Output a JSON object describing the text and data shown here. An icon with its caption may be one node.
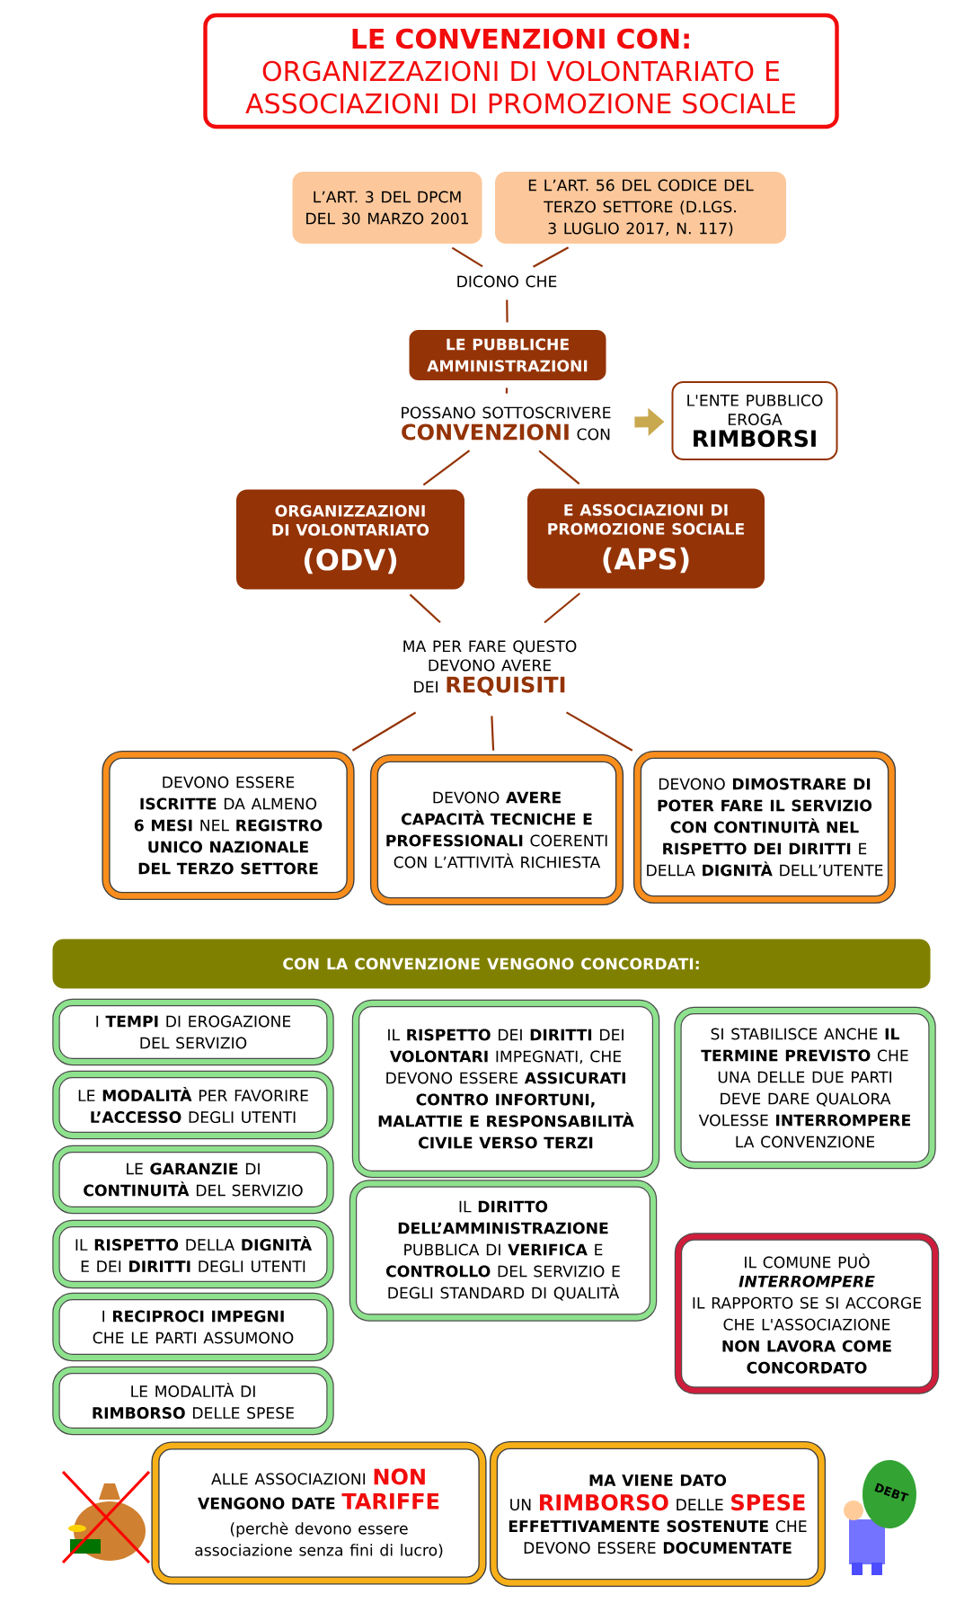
{
  "diagram": {
    "nodes": [
      {
        "text": [
          "LE CONVENZIONI CON:",
          "ORGANIZZAZIONI DI VOLONTARIATO E ASSOCIAZIONI DI PROMOZIONE SOCIALE"
        ]
      },
      {
        "text": [
          "L’ART. 3 DEL DPCM DEL 30 MARZO 2001"
        ]
      },
      {
        "text": [
          "E L’ART. 56 DEL CODICE DEL TERZO SETTORE (D.LGS. 3 LUGLIO 2017, N. 117)"
        ]
      },
      {
        "text": [
          "DICONO CHE"
        ]
      },
      {
        "text": [
          "LE PUBBLICHE AMMINISTRAZIONI"
        ]
      },
      {
        "text": [
          "POSSANO SOTTOSCRIVERE",
          "CONVENZIONI",
          "CON"
        ]
      },
      {
        "text": [
          "L'ENTE PUBBLICO EROGA",
          "RIMBORSI"
        ]
      },
      {
        "text": [
          "ORGANIZZAZIONI DI VOLONTARIATO",
          "(ODV)"
        ]
      },
      {
        "text": [
          "E ASSOCIAZIONI DI PROMOZIONE SOCIALE",
          "(APS)"
        ]
      },
      {
        "text": [
          "MA PER FARE QUESTO DEVONO AVERE",
          "DEI",
          "REQUISITI"
        ]
      },
      {
        "text": [
          "DEVONO ESSERE **ISCRITTE** DA ALMENO **6 MESI** NEL **REGISTRO UNICO NAZIONALE DEL TERZO SETTORE**"
        ]
      },
      {
        "text": [
          "DEVONO **AVERE CAPACITÀ TECNICHE E PROFESSIONALI** COERENTI CON L’ATTIVITÀ RICHIESTA"
        ]
      },
      {
        "text": [
          "DEVONO **DIMOSTRARE DI POTER FARE IL SERVIZIO CON CONTINUITÀ NEL RISPETTO DEI DIRITTI** E DELLA **DIGNITÀ** DELL’UTENTE"
        ]
      },
      {
        "text": [
          "CON LA CONVENZIONE VENGONO CONCORDATI:"
        ]
      },
      {
        "text": [
          "I **TEMPI** DI EROGAZIONE DEL SERVIZIO"
        ]
      },
      {
        "text": [
          "LE **MODALITÀ** PER FAVORIRE **L’ACCESSO** DEGLI UTENTI"
        ]
      },
      {
        "text": [
          "LE **GARANZIE** DI **CONTINUITÀ** DEL SERVIZIO"
        ]
      },
      {
        "text": [
          "IL **RISPETTO** DELLA **DIGNITÀ** E DEI **DIRITTI** DEGLI UTENTI"
        ]
      },
      {
        "text": [
          "I **RECIPROCI IMPEGNI** CHE LE PARTI ASSUMONO"
        ]
      },
      {
        "text": [
          "LE MODALITÀ DI **RIMBORSO** DELLE SPESE"
        ]
      },
      {
        "text": [
          "IL **RISPETTO** DEI **DIRITTI** DEI **VOLONTARI** IMPEGNATI, CHE DEVONO ESSERE **ASSICURATI CONTRO INFORTUNI, MALATTIE E RESPONSABILITÀ CIVILE VERSO TERZI**"
        ]
      },
      {
        "text": [
          "IL **DIRITTO DELL’AMMINISTRAZIONE** PUBBLICA DI **VERIFICA** E **CONTROLLO** DEL SERVIZIO E DEGLI STANDARD DI QUALITÀ"
        ]
      },
      {
        "text": [
          "SI STABILISCE ANCHE **IL TERMINE PREVISTO** CHE UNA DELLE DUE PARTI DEVE DARE QUALORA VOLESSE **INTERROMPERE** LA CONVENZIONE"
        ]
      },
      {
        "text": [
          "IL COMUNE PUÒ",
          "INTERROMPERE",
          "IL RAPPORTO SE SI ACCORGE CHE L'ASSOCIAZIONE **NON LAVORA COME CONCORDATO**"
        ]
      },
      {
        "text": [
          "ALLE ASSOCIAZIONI",
          "NON",
          "VENGONO DATE",
          "TARIFFE",
          "(perchè devono essere associazione senza fini di lucro)"
        ]
      },
      {
        "text": [
          "MA VIENE DATO",
          "UN",
          "RIMBORSO",
          "DELLE",
          "SPESE",
          "**EFFETTIVAMENTE SOSTENUTE** CHE DEVONO ESSERE **DOCUMENTATE**"
        ]
      }
    ],
    "edges": [
      {
        "from": 1,
        "to": 3,
        "arrow": "none"
      },
      {
        "from": 2,
        "to": 3,
        "arrow": "none"
      },
      {
        "from": 3,
        "to": 4,
        "arrow": "none"
      },
      {
        "from": 4,
        "to": 5,
        "arrow": "none"
      },
      {
        "from": 5,
        "to": 6,
        "arrow": "to",
        "style": "thick",
        "color": "#c9a94f"
      },
      {
        "from": 5,
        "to": 7,
        "arrow": "none"
      },
      {
        "from": 5,
        "to": 8,
        "arrow": "none"
      },
      {
        "from": 7,
        "to": 9,
        "arrow": "none"
      },
      {
        "from": 8,
        "to": 9,
        "arrow": "none"
      },
      {
        "from": 9,
        "to": 10,
        "arrow": "none"
      },
      {
        "from": 9,
        "to": 11,
        "arrow": "none"
      },
      {
        "from": 9,
        "to": 12,
        "arrow": "none"
      }
    ],
    "labels": [
      "DEBT"
    ]
  }
}
